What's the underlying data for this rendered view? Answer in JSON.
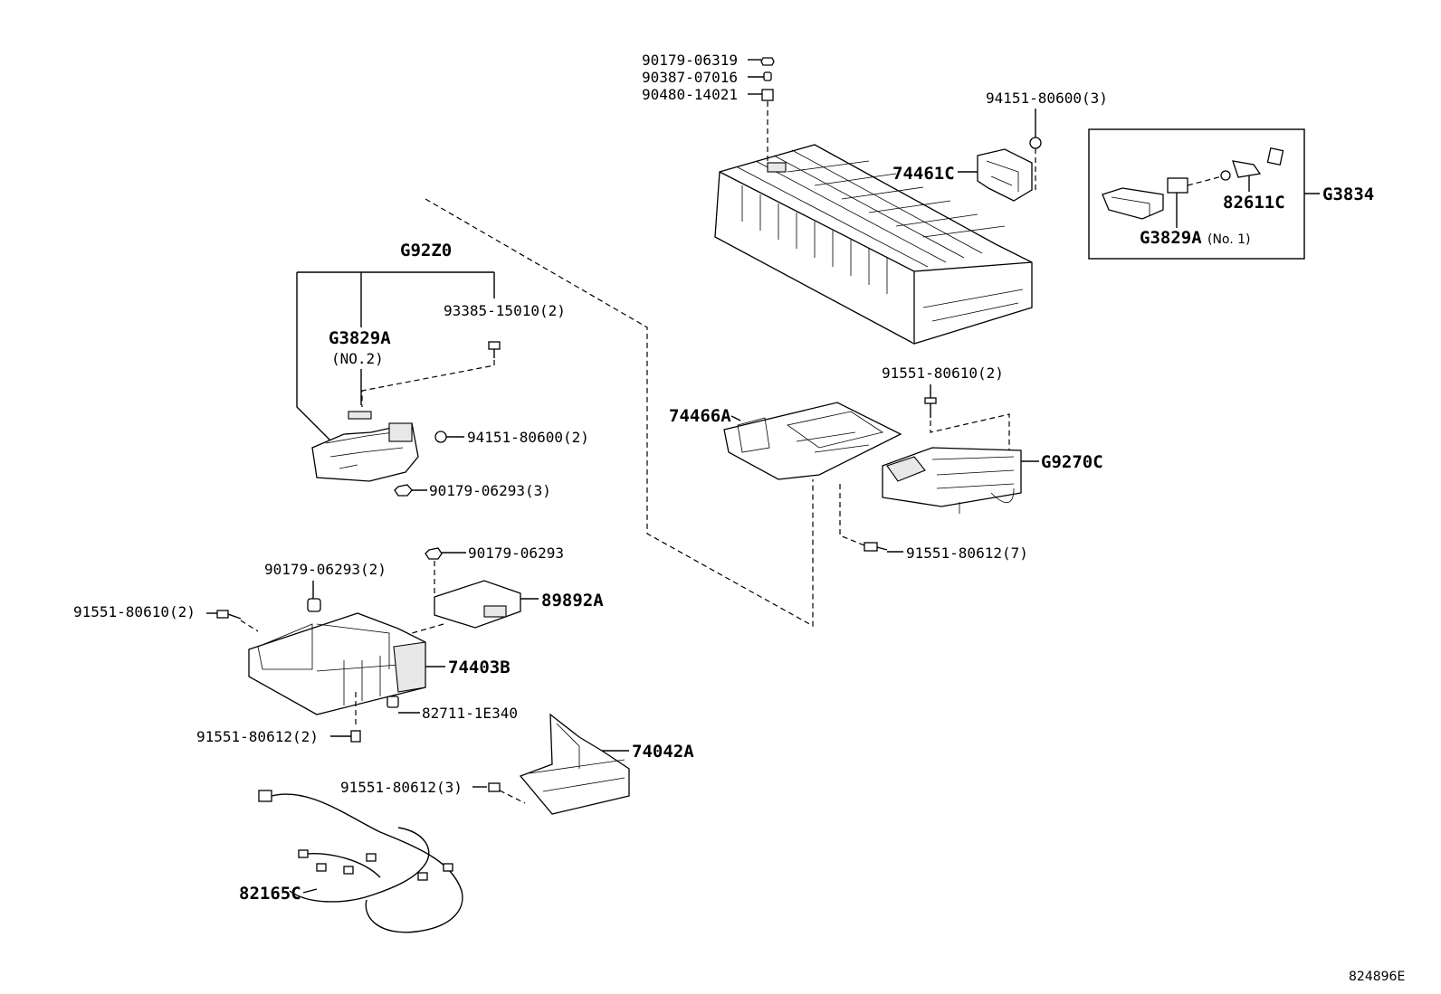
{
  "diagram_id": "824896E",
  "labels": {
    "p90179_06319": "90179-06319",
    "p90387_07016": "90387-07016",
    "p90480_14021": "90480-14021",
    "p94151_80600_3": "94151-80600(3)",
    "p74461C": "74461C",
    "pG3834": "G3834",
    "p82611C": "82611C",
    "pG3829A_no1": "G3829A",
    "pG3829A_no1_suffix": "(No. 1)",
    "pG92Z0": "G92Z0",
    "p93385_15010_2": "93385-15010(2)",
    "pG3829A_no2": "G3829A",
    "pG3829A_no2_suffix": "(NO.2)",
    "p94151_80600_2": "94151-80600(2)",
    "p90179_06293_3": "90179-06293(3)",
    "p91551_80610_2_top": "91551-80610(2)",
    "p74466A": "74466A",
    "pG9270C": "G9270C",
    "p91551_80612_7": "91551-80612(7)",
    "p90179_06293": "90179-06293",
    "p90179_06293_2": "90179-06293(2)",
    "p89892A": "89892A",
    "p91551_80610_2_left": "91551-80610(2)",
    "p74403B": "74403B",
    "p82711_1E340": "82711-1E340",
    "p91551_80612_2": "91551-80612(2)",
    "p74042A": "74042A",
    "p91551_80612_3": "91551-80612(3)",
    "p82165C": "82165C"
  }
}
